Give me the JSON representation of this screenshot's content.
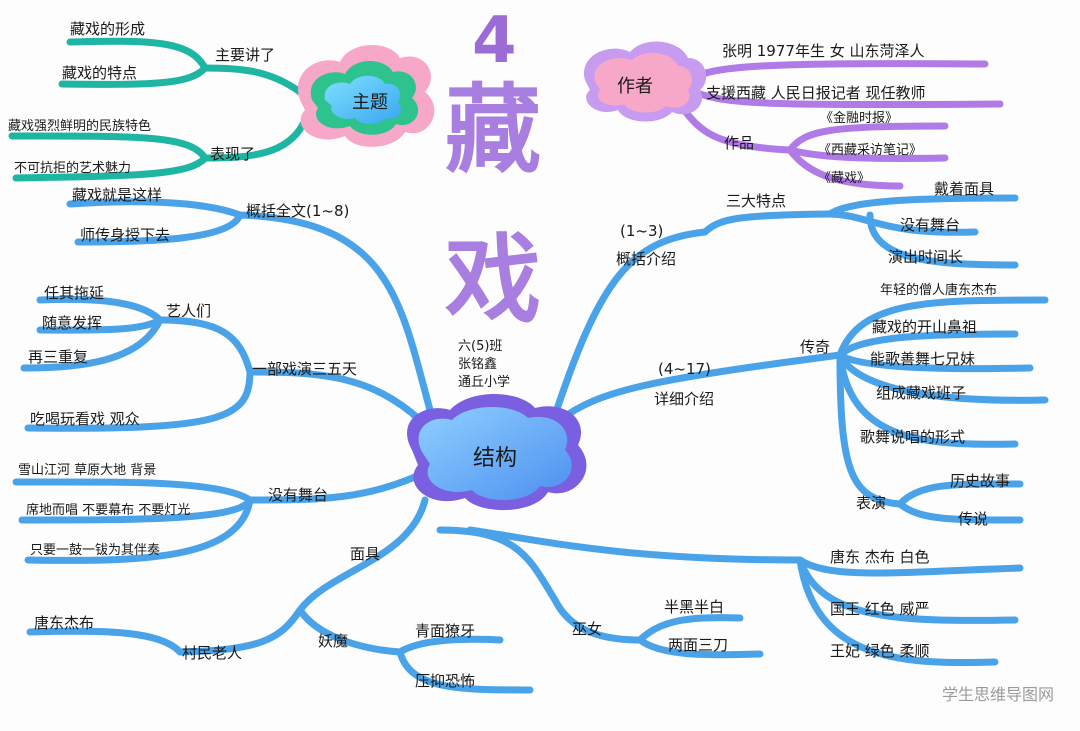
{
  "title": {
    "number": "4",
    "char1": "藏",
    "char2": "戏"
  },
  "class_info": [
    "六(5)班",
    "张铭鑫",
    "通丘小学"
  ],
  "center": {
    "label": "结构"
  },
  "theme": {
    "label": "主题",
    "branches": [
      {
        "label": "主要讲了",
        "children": [
          "藏戏的形成",
          "藏戏的特点"
        ]
      },
      {
        "label": "表现了",
        "children": [
          "藏戏强烈鲜明的民族特色",
          "不可抗拒的艺术魅力"
        ]
      }
    ]
  },
  "author": {
    "label": "作者",
    "lines": [
      "张明 1977年生 女 山东菏泽人",
      "支援西藏 人民日报记者 现任教师"
    ],
    "works_label": "作品",
    "works": [
      "《金融时报》",
      "《西藏采访笔记》",
      "《藏戏》"
    ]
  },
  "structure": {
    "summary": {
      "label": "概括全文(1~8)",
      "children": [
        "藏戏就是这样",
        "师传身授下去"
      ]
    },
    "artists": {
      "label": "一部戏演三五天",
      "sub_label": "艺人们",
      "sub_children": [
        "任其拖延",
        "随意发挥",
        "再三重复"
      ],
      "other": "吃喝玩看戏 观众"
    },
    "no_stage": {
      "label": "没有舞台",
      "children": [
        "雪山江河 草原大地 背景",
        "席地而唱 不要幕布 不要灯光",
        "只要一鼓一钹为其伴奏"
      ]
    },
    "masks": {
      "label": "面具",
      "villager": {
        "label": "村民老人",
        "children": [
          "唐东杰布"
        ]
      },
      "demon": {
        "label": "妖魔",
        "children": [
          "青面獠牙",
          "压抑恐怖"
        ]
      },
      "witch": {
        "label": "巫女",
        "children": [
          "半黑半白",
          "两面三刀"
        ]
      },
      "roles": [
        "唐东 杰布 白色",
        "国王 红色 威严",
        "王妃 绿色 柔顺"
      ]
    },
    "intro": {
      "range": "(1~3)",
      "label": "概括介绍",
      "feature_label": "三大特点",
      "features": [
        "戴着面具",
        "没有舞台",
        "演出时间长"
      ]
    },
    "detail": {
      "range": "(4~17)",
      "label": "详细介绍",
      "legend_label": "传奇",
      "legend_items": [
        "年轻的僧人唐东杰布",
        "藏戏的开山鼻祖",
        "能歌善舞七兄妹",
        "组成藏戏班子",
        "歌舞说唱的形式"
      ],
      "perform_label": "表演",
      "perform_items": [
        "历史故事",
        "传说"
      ]
    }
  },
  "watermark": "学生思维导图网",
  "colors": {
    "branch_blue": "#4aa3e8",
    "branch_teal": "#1fb5a3",
    "branch_purple": "#b07be6",
    "title_purple": "#a87ee0",
    "cloud_pink": "#f7a8c8",
    "cloud_green": "#2ec28c"
  }
}
